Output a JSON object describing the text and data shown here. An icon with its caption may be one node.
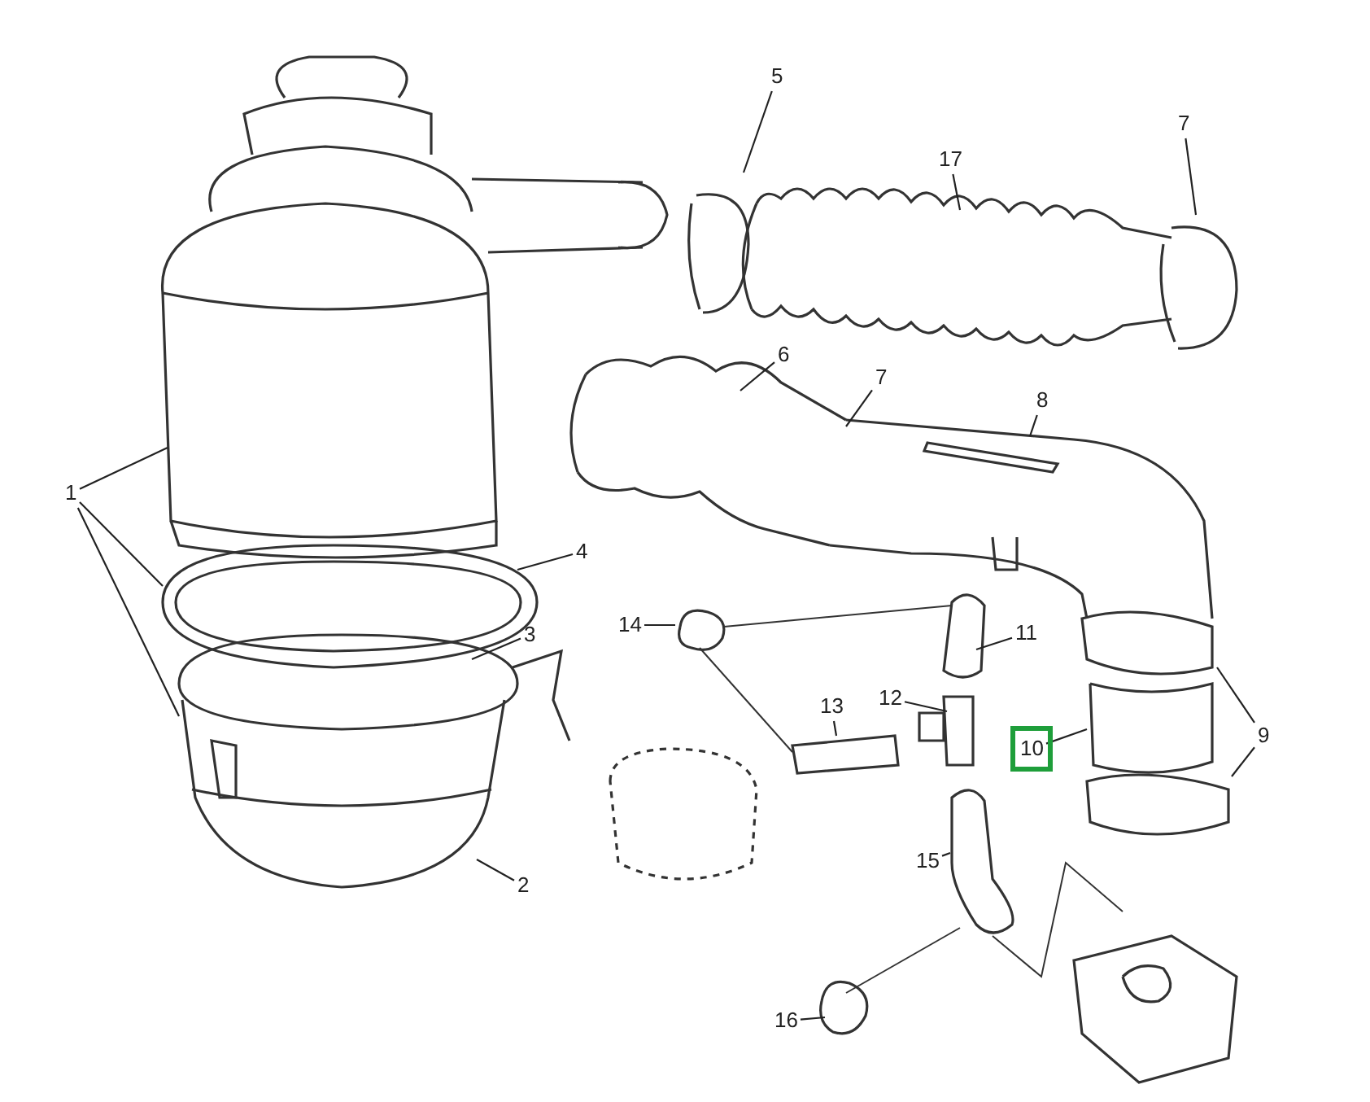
{
  "diagram": {
    "nodes": [
      {
        "text": [
          "1"
        ]
      },
      {
        "text": [
          "2"
        ]
      },
      {
        "text": [
          "3"
        ]
      },
      {
        "text": [
          "4"
        ]
      },
      {
        "text": [
          "5"
        ]
      },
      {
        "text": [
          "6"
        ]
      },
      {
        "text": [
          "7"
        ]
      },
      {
        "text": [
          "7"
        ]
      },
      {
        "text": [
          "8"
        ]
      },
      {
        "text": [
          "9"
        ]
      },
      {
        "text": [
          "10"
        ]
      },
      {
        "text": [
          "11"
        ]
      },
      {
        "text": [
          "12"
        ]
      },
      {
        "text": [
          "13"
        ]
      },
      {
        "text": [
          "14"
        ]
      },
      {
        "text": [
          "15"
        ]
      },
      {
        "text": [
          "16"
        ]
      },
      {
        "text": [
          "17"
        ]
      }
    ],
    "edges": [
      {
        "from": 0,
        "to": null,
        "arrow": "none"
      },
      {
        "from": 0,
        "to": null,
        "arrow": "none"
      },
      {
        "from": 0,
        "to": null,
        "arrow": "none"
      },
      {
        "from": 1,
        "to": null,
        "arrow": "none"
      },
      {
        "from": 2,
        "to": null,
        "arrow": "none"
      },
      {
        "from": 3,
        "to": null,
        "arrow": "none"
      },
      {
        "from": 4,
        "to": null,
        "arrow": "none"
      },
      {
        "from": 5,
        "to": null,
        "arrow": "none"
      },
      {
        "from": 6,
        "to": null,
        "arrow": "none"
      },
      {
        "from": 7,
        "to": null,
        "arrow": "none"
      },
      {
        "from": 8,
        "to": null,
        "arrow": "none"
      },
      {
        "from": 9,
        "to": null,
        "arrow": "none"
      },
      {
        "from": 9,
        "to": null,
        "arrow": "none"
      },
      {
        "from": 10,
        "to": null,
        "arrow": "none"
      },
      {
        "from": 11,
        "to": null,
        "arrow": "none"
      },
      {
        "from": 12,
        "to": null,
        "arrow": "none"
      },
      {
        "from": 13,
        "to": null,
        "arrow": "none"
      },
      {
        "from": 14,
        "to": null,
        "arrow": "none"
      },
      {
        "from": 15,
        "to": null,
        "arrow": "none"
      },
      {
        "from": 16,
        "to": null,
        "arrow": "none"
      },
      {
        "from": 17,
        "to": null,
        "arrow": "none"
      }
    ]
  }
}
